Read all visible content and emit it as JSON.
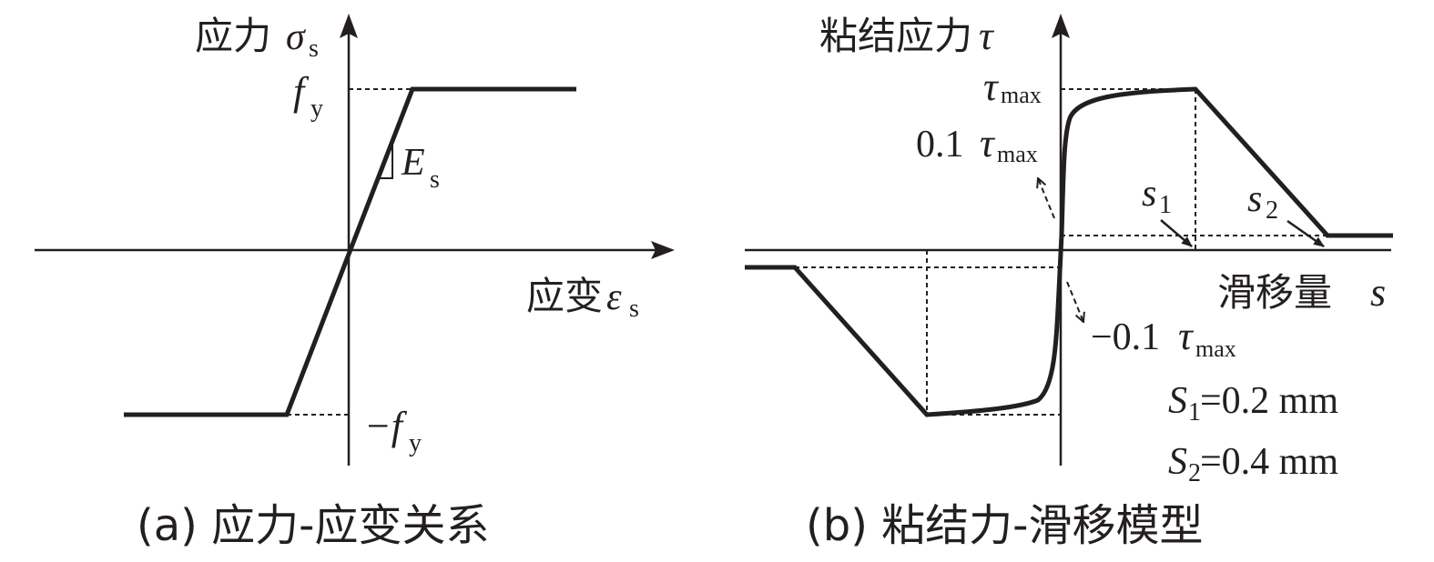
{
  "panel_a": {
    "y_axis_label": "应力",
    "y_axis_symbol": "σ",
    "y_axis_sub": "s",
    "x_axis_label": "应变",
    "x_axis_symbol": "ε",
    "x_axis_sub": "s",
    "yield_pos_symbol": "f",
    "yield_pos_sub": "y",
    "yield_neg_symbol": "−f",
    "yield_neg_sub": "y",
    "modulus_symbol": "E",
    "modulus_sub": "s",
    "caption": "(a) 应力-应变关系"
  },
  "panel_b": {
    "y_axis_label": "粘结应力",
    "y_axis_symbol": "τ",
    "x_axis_label": "滑移量",
    "x_axis_symbol": "s",
    "tau_max_symbol": "τ",
    "tau_max_sub": "max",
    "tau_01_prefix": "0.1",
    "tau_01_symbol": "τ",
    "tau_01_sub": "max",
    "tau_neg01_prefix": "−0.1",
    "tau_neg01_symbol": "τ",
    "tau_neg01_sub": "max",
    "s1_symbol": "s",
    "s1_sub": "1",
    "s2_symbol": "s",
    "s2_sub": "2",
    "S1_note_symbol": "S",
    "S1_note_sub": "1",
    "S1_note_value": "=0.2 mm",
    "S2_note_symbol": "S",
    "S2_note_sub": "2",
    "S2_note_value": "=0.4 mm",
    "caption": "(b) 粘结力-滑移模型"
  },
  "colors": {
    "ink": "#231f20",
    "background": "#ffffff"
  }
}
